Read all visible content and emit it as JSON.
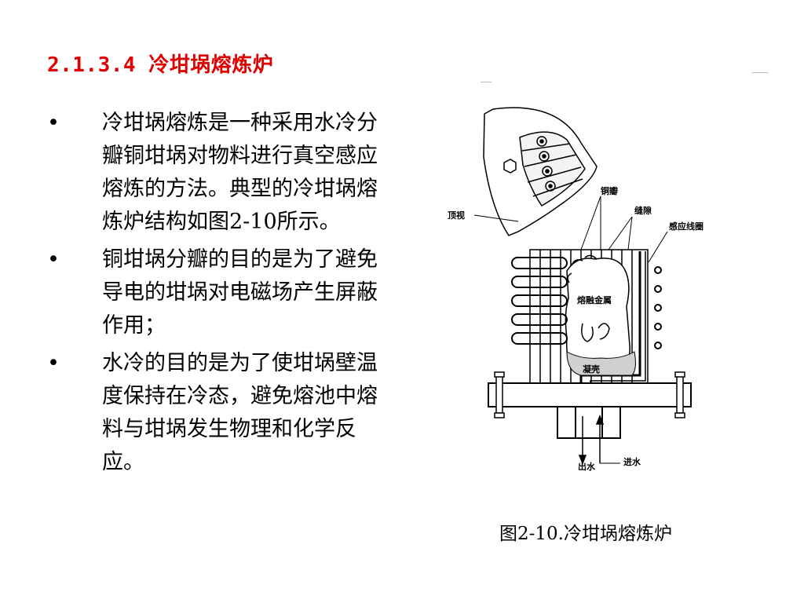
{
  "title": "2.1.3.4 冷坩埚熔炼炉",
  "bullets": [
    {
      "marker": "•",
      "text": " 冷坩埚熔炼是一种采用水冷分瓣铜坩埚对物料进行真空感应熔炼的方法。典型的冷坩埚熔炼炉结构如图2-10所示。"
    },
    {
      "marker": "•",
      "text": " 铜坩埚分瓣的目的是为了避免导电的坩埚对电磁场产生屏蔽作用；"
    },
    {
      "marker": "•",
      "text": " 水冷的目的是为了使坩埚壁温度保持在冷态，避免熔池中熔料与坩埚发生物理和化学反应。"
    }
  ],
  "figure": {
    "labels": {
      "top_view": "顶视",
      "copper_segment": "铜瓣",
      "gap": "缝隙",
      "induction_coil": "感应线圈",
      "molten_metal": "熔融金属",
      "skull": "凝壳",
      "water_out": "出水",
      "water_in": "进水"
    }
  },
  "caption": "图2-10.冷坩埚熔炼炉"
}
